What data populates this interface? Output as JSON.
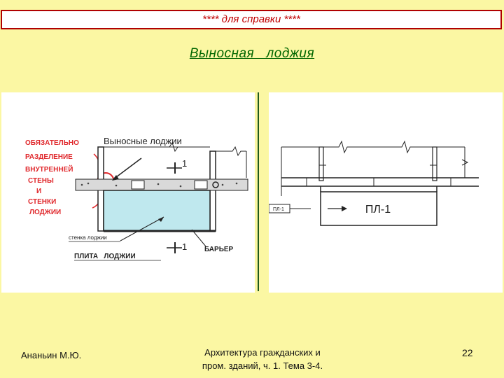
{
  "header": {
    "banner_text": "****  для справки  ****"
  },
  "slide": {
    "title": "Выносная   лоджия"
  },
  "figure": {
    "left": {
      "heading": "Выносные лоджии",
      "section_mark": "1",
      "section_mark_bottom": "1",
      "red_note": [
        "ОБЯЗАТЕЛЬНО",
        "РАЗДЕЛЕНИЕ",
        "ВНУТРЕННЕЙ",
        "СТЕНЫ",
        "И",
        "СТЕНКИ",
        "ЛОДЖИИ"
      ],
      "label_wall": "стенка лоджии",
      "label_slab": "ПЛИТА   ЛОДЖИИ",
      "label_barrier": "БАРЬЕР"
    },
    "right": {
      "label_tag": "ПЛ-1",
      "label_plate": "ПЛ-1"
    }
  },
  "footer": {
    "author": "Ананьин М.Ю.",
    "course_line1": "Архитектура гражданских и",
    "course_line2": "пром. зданий, ч. 1. Тема 3-4.",
    "page_number": "22"
  },
  "colors": {
    "background": "#fbf7a3",
    "banner_border": "#b00000",
    "banner_text": "#c00000",
    "title": "#006600",
    "red_note": "#e0282c",
    "water": "#bfe8ee"
  }
}
